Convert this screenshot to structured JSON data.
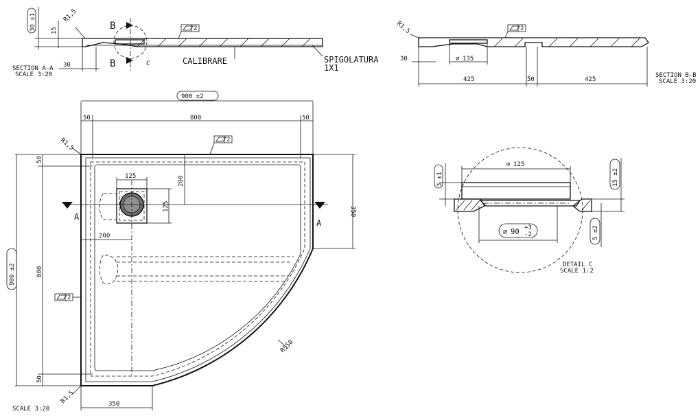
{
  "section_aa": {
    "title": "SECTION A-A",
    "scale": "SCALE 3:20",
    "dim_height": "30 ±1",
    "dim_15": "15",
    "dim_30": "30",
    "radius": "R1,5",
    "marker_b": "B",
    "marker_c": "C",
    "label_calibrare": "CALIBRARE",
    "label_spigolatura": "SPIGOLATURA",
    "label_1x1": "1X1",
    "flatness": "2"
  },
  "section_bb": {
    "title": "SECTION B-B",
    "scale": "SCALE 3:20",
    "radius": "R1,5",
    "dim_30": "30",
    "dim_drain": "135",
    "dim_425_left": "425",
    "dim_50": "50",
    "dim_425_right": "425",
    "flatness": "2"
  },
  "plan_view": {
    "scale": "SCALE 3:20",
    "dim_overall_width": "900 ±2",
    "dim_overall_height": "900 ±2",
    "dim_50_left": "50",
    "dim_800_top": "800",
    "dim_50_right": "50",
    "dim_50_top": "50",
    "dim_800_side": "800",
    "dim_50_bottom": "50",
    "dim_125_h": "125",
    "dim_125_v": "125",
    "dim_200_v": "200",
    "dim_200_h": "200",
    "dim_350_right": "350",
    "dim_350_bottom": "350",
    "radius_top": "R1,5",
    "radius_bottom": "R1,5",
    "radius_arc": "R550",
    "section_a_left": "A",
    "section_a_right": "A",
    "flatness_top": "2",
    "flatness_side": "2"
  },
  "detail_c": {
    "title": "DETAIL C",
    "scale": "SCALE 1:2",
    "dim_drain": "125",
    "dim_3": "3 ±1",
    "dim_15": "15 ±2",
    "dim_5": "5 ±2",
    "dim_90": "90",
    "tol_plus": "+3",
    "tol_minus": "-2"
  }
}
